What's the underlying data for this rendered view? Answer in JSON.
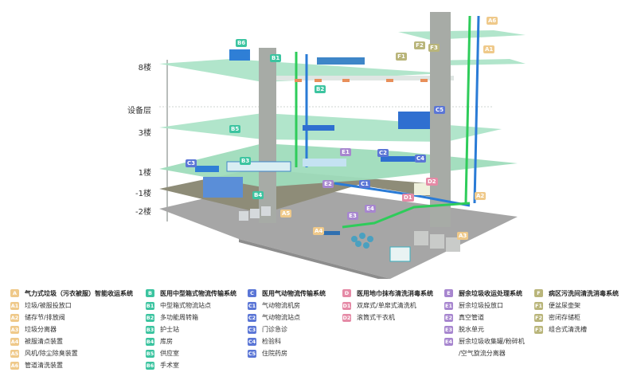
{
  "diagram": {
    "floors": [
      {
        "id": "8F",
        "label": "8楼"
      },
      {
        "id": "equip",
        "label": "设备层"
      },
      {
        "id": "3F",
        "label": "3楼"
      },
      {
        "id": "1F",
        "label": "1楼"
      },
      {
        "id": "B1",
        "label": "-1楼"
      },
      {
        "id": "B2",
        "label": "-2楼"
      }
    ],
    "markers": [
      {
        "code": "B6",
        "system": "B"
      },
      {
        "code": "B1",
        "system": "B"
      },
      {
        "code": "B2",
        "system": "B"
      },
      {
        "code": "B5",
        "system": "B"
      },
      {
        "code": "B3",
        "system": "B"
      },
      {
        "code": "B4",
        "system": "B"
      },
      {
        "code": "C3",
        "system": "C"
      },
      {
        "code": "C2",
        "system": "C"
      },
      {
        "code": "C4",
        "system": "C"
      },
      {
        "code": "C5",
        "system": "C"
      },
      {
        "code": "C1",
        "system": "C"
      },
      {
        "code": "D1",
        "system": "D"
      },
      {
        "code": "D2",
        "system": "D"
      },
      {
        "code": "E1",
        "system": "E"
      },
      {
        "code": "E2",
        "system": "E"
      },
      {
        "code": "E3",
        "system": "E"
      },
      {
        "code": "E4",
        "system": "E"
      },
      {
        "code": "F1",
        "system": "F"
      },
      {
        "code": "F2",
        "system": "F"
      },
      {
        "code": "F3",
        "system": "F"
      },
      {
        "code": "A6",
        "system": "A"
      },
      {
        "code": "A1",
        "system": "A"
      },
      {
        "code": "A2",
        "system": "A"
      },
      {
        "code": "A3",
        "system": "A"
      },
      {
        "code": "A4",
        "system": "A"
      },
      {
        "code": "A5",
        "system": "A"
      }
    ]
  },
  "colors": {
    "A": "#efc98a",
    "B": "#3cc4a0",
    "C": "#5b76d6",
    "D": "#e58aa6",
    "E": "#a786cf",
    "F": "#b9b57a",
    "floor_green": "#9fdcbc",
    "floor_dark": "#8f8f7a",
    "floor_gray": "#a9a9a9",
    "pipe_green": "#2ecc5a",
    "pipe_blue": "#2a7bd6",
    "column": "#a7aba6"
  },
  "legend": [
    {
      "code": "A",
      "title": "气力式垃圾（污衣被服）智能收运系统",
      "items": [
        {
          "code": "A1",
          "label": "垃圾/被服投放口"
        },
        {
          "code": "A2",
          "label": "储存节/排放阀"
        },
        {
          "code": "A3",
          "label": "垃圾分离器"
        },
        {
          "code": "A4",
          "label": "被服清点装置"
        },
        {
          "code": "A5",
          "label": "风机/除尘除臭装置"
        },
        {
          "code": "A6",
          "label": "管道清洗装置"
        }
      ]
    },
    {
      "code": "B",
      "title": "医用中型箱式物流传输系统",
      "items": [
        {
          "code": "B1",
          "label": "中型箱式物流站点"
        },
        {
          "code": "B2",
          "label": "多功能周转箱"
        },
        {
          "code": "B3",
          "label": "护士站"
        },
        {
          "code": "B4",
          "label": "库房"
        },
        {
          "code": "B5",
          "label": "供应室"
        },
        {
          "code": "B6",
          "label": "手术室"
        }
      ]
    },
    {
      "code": "C",
      "title": "医用气动物流传输系统",
      "items": [
        {
          "code": "C1",
          "label": "气动物流机房"
        },
        {
          "code": "C2",
          "label": "气动物流站点"
        },
        {
          "code": "C3",
          "label": "门诊急诊"
        },
        {
          "code": "C4",
          "label": "检验科"
        },
        {
          "code": "C5",
          "label": "住院药房"
        }
      ]
    },
    {
      "code": "D",
      "title": "医用地巾抹布清洗消毒系统",
      "items": [
        {
          "code": "D1",
          "label": "双扉式/单扉式清洗机"
        },
        {
          "code": "D2",
          "label": "滚筒式干衣机"
        }
      ]
    },
    {
      "code": "E",
      "title": "厨余垃圾收运处理系统",
      "items": [
        {
          "code": "E1",
          "label": "厨余垃圾投放口"
        },
        {
          "code": "E2",
          "label": "真空管道"
        },
        {
          "code": "E3",
          "label": "脱水单元"
        },
        {
          "code": "E4",
          "label": "厨余垃圾收集罐/粉碎机",
          "cont": "/空气旋流分离器"
        }
      ]
    },
    {
      "code": "F",
      "title": "病区污洗间清洗消毒系统",
      "items": [
        {
          "code": "F1",
          "label": "便盆尿壶架"
        },
        {
          "code": "F2",
          "label": "密闭存储柜"
        },
        {
          "code": "F3",
          "label": "组合式清洗槽"
        }
      ]
    }
  ]
}
